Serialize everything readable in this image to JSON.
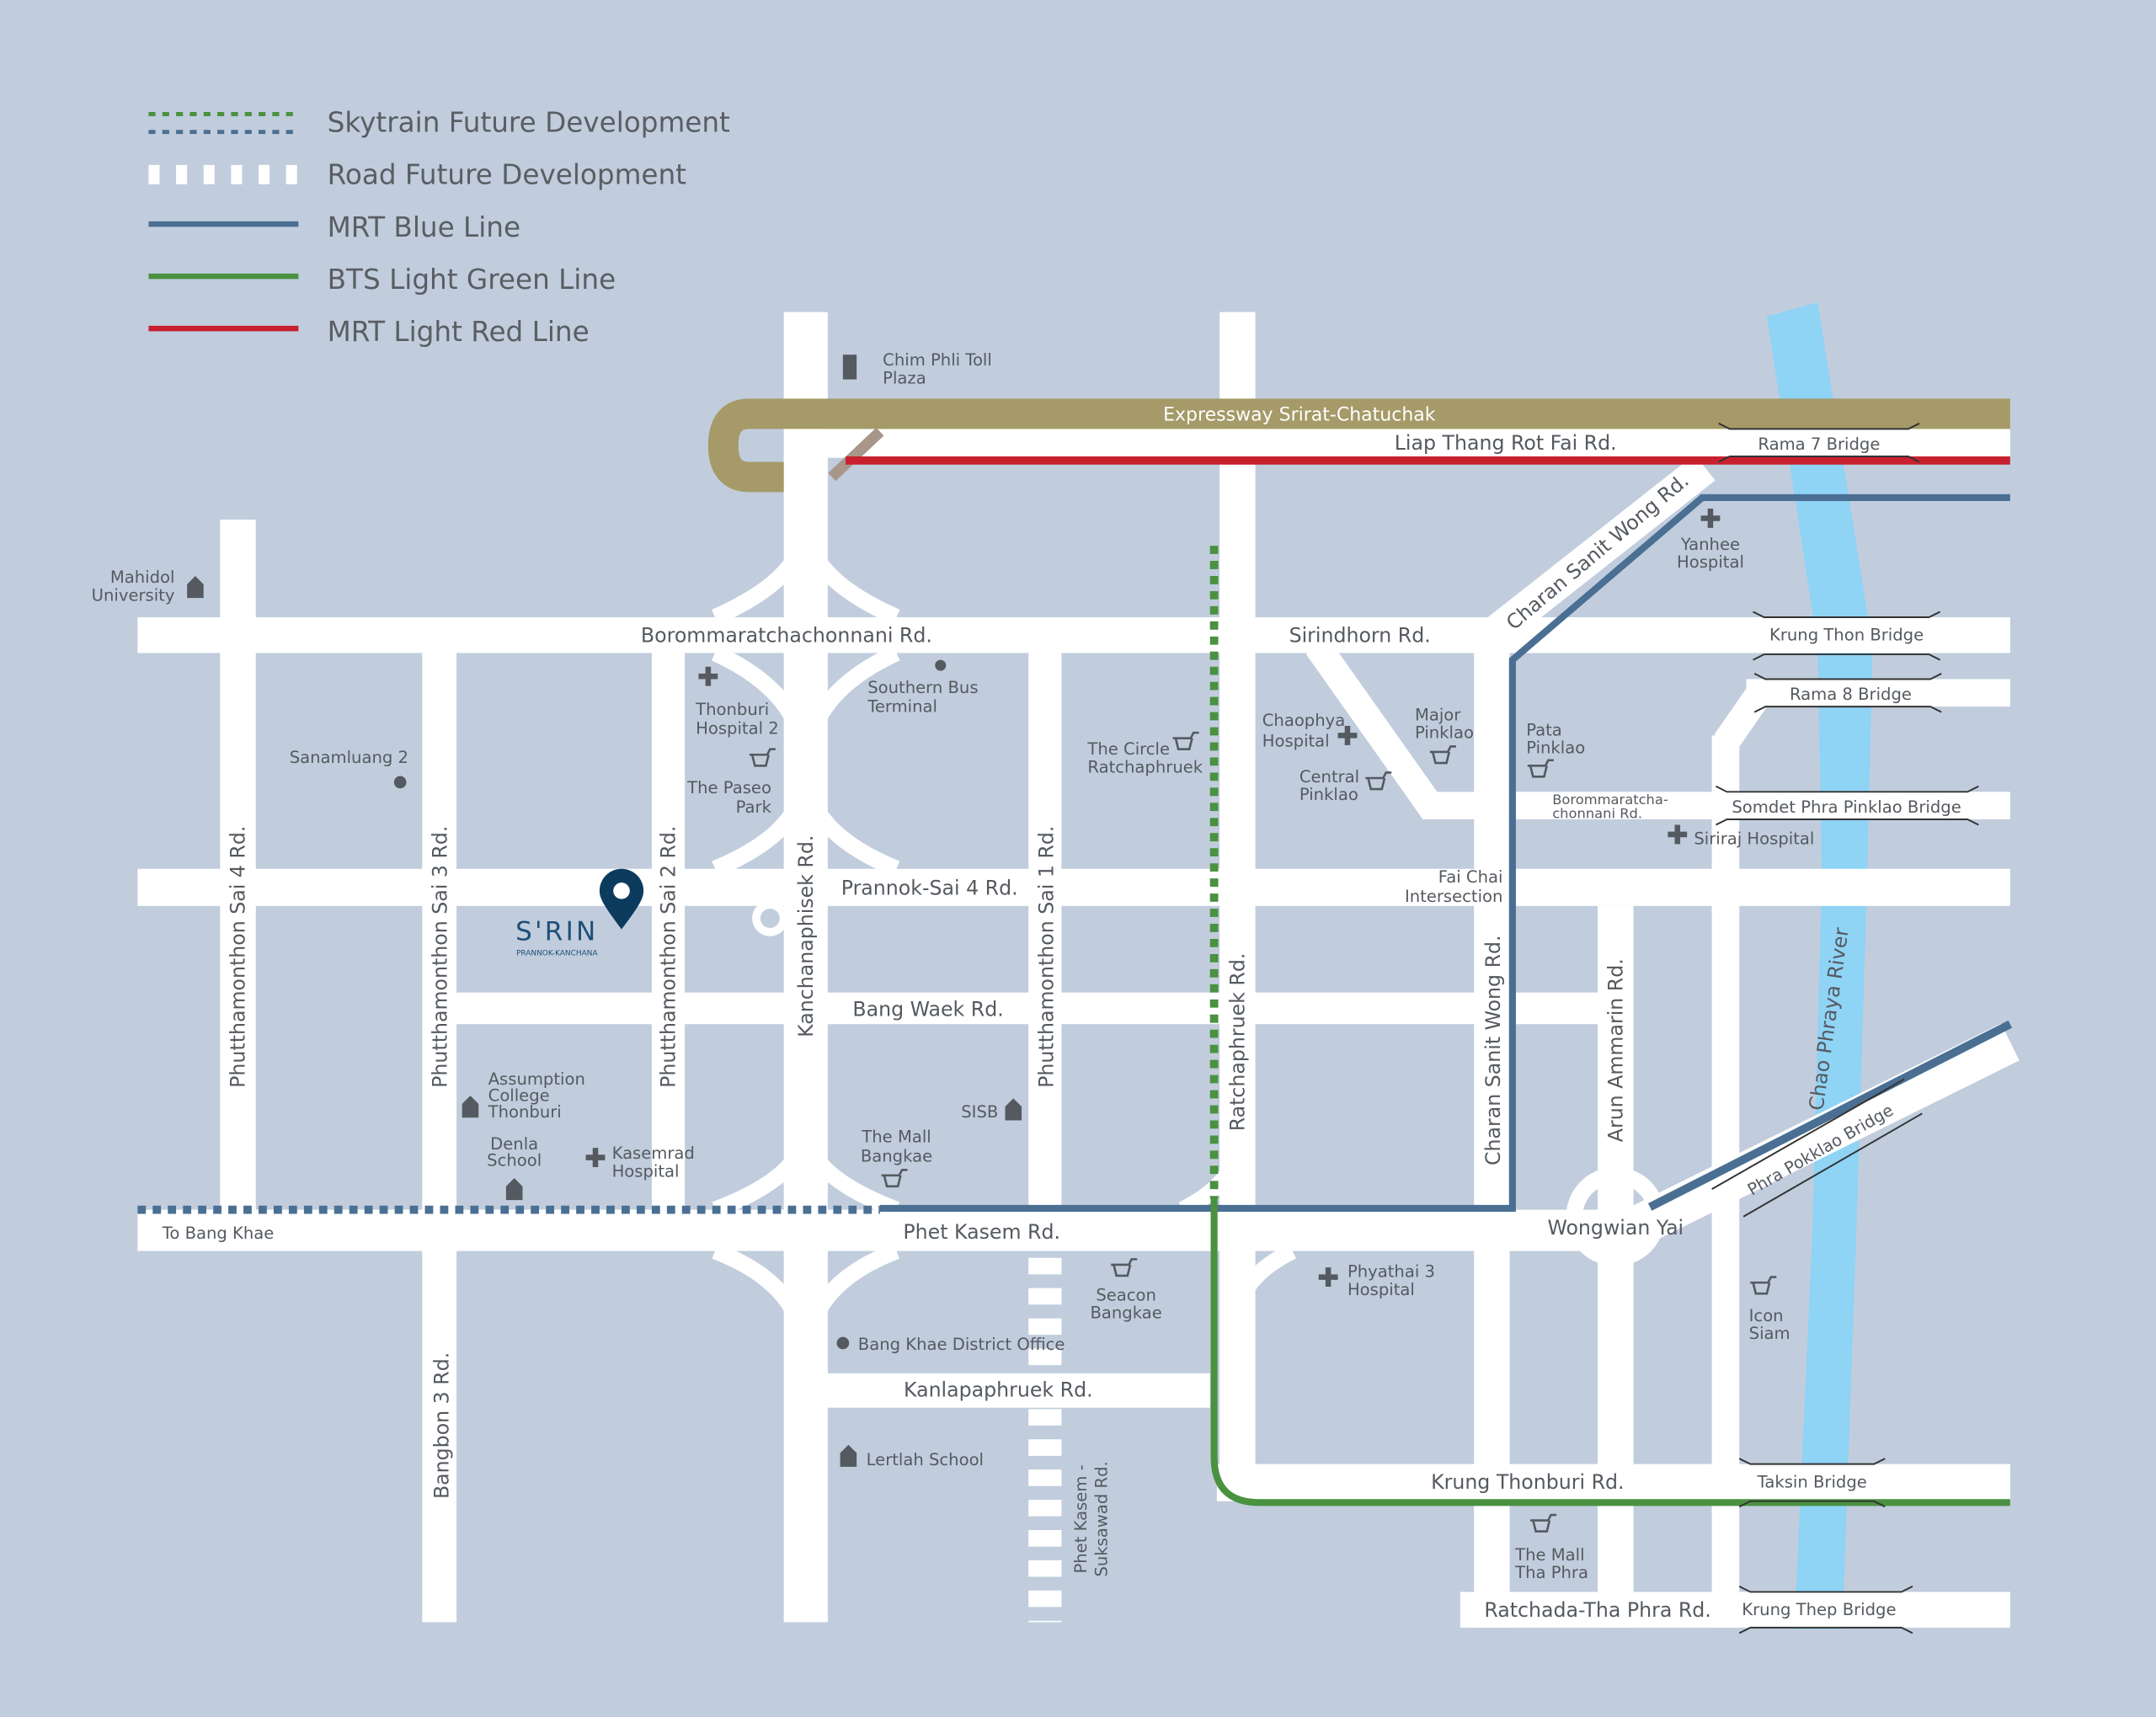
{
  "colors": {
    "background": "#c1cddd",
    "road": "#ffffff",
    "mrt_blue": "#4a6f93",
    "bts_green": "#4a9140",
    "mrt_red": "#c8202f",
    "expressway": "#a59a68",
    "river": "#8fd3f5",
    "marker": "#0d3b5e"
  },
  "legend": [
    "Skytrain Future Development",
    "Road Future Development",
    "MRT Blue Line",
    "BTS Light Green Line",
    "MRT Light Red Line"
  ],
  "roads": {
    "expressway": "Expressway Srirat-Chatuchak",
    "liap": "Liap Thang Rot Fai Rd.",
    "boromma": "Borommaratchachonnani Rd.",
    "sirindhorn": "Sirindhorn Rd.",
    "prannok": "Prannok-Sai 4 Rd.",
    "bangwaek": "Bang Waek Rd.",
    "phetkasem": "Phet Kasem Rd.",
    "kanlapa": "Kanlapaphruek Rd.",
    "krungthonburi": "Krung Thonburi Rd.",
    "ratchada": "Ratchada-Tha Phra Rd.",
    "sai4": "Phutthamonthon Sai 4 Rd.",
    "sai3": "Phutthamonthon Sai 3 Rd.",
    "sai2": "Phutthamonthon Sai 2 Rd.",
    "sai1": "Phutthamonthon Sai 1 Rd.",
    "kanchana": "Kanchanaphisek Rd.",
    "ratchaphruek": "Ratchaphruek Rd.",
    "charan": "Charan Sanit Wong Rd.",
    "charan_diag": "Charan Sanit Wong Rd.",
    "arun": "Arun Ammarin Rd.",
    "bangbon": "Bangbon 3 Rd.",
    "suksawad": [
      "Phet Kasem -",
      "Suksawad Rd."
    ],
    "boromma_small": [
      "Borommaratcha-",
      "chonnani Rd."
    ],
    "to_bang_khae": "To Bang Khae",
    "wongwian": "Wongwian Yai",
    "river": "Chao Phraya River"
  },
  "bridges": {
    "rama7": "Rama 7 Bridge",
    "krungthon": "Krung Thon Bridge",
    "rama8": "Rama 8 Bridge",
    "somdet": "Somdet Phra Pinklao Bridge",
    "pokklao": "Phra Pokklao Bridge",
    "taksin": "Taksin Bridge",
    "krungthep": "Krung Thep Bridge"
  },
  "places": {
    "chimphli": [
      "Chim Phli Toll",
      "Plaza"
    ],
    "mahidol": [
      "Mahidol",
      "University"
    ],
    "sanamluang": "Sanamluang 2",
    "thonburi2": [
      "Thonburi",
      "Hospital 2"
    ],
    "paseo": [
      "The Paseo",
      "Park"
    ],
    "southernbus": [
      "Southern Bus",
      "Terminal"
    ],
    "circle": [
      "The Circle",
      "Ratchaphruek"
    ],
    "chaophya": [
      "Chaophya",
      "Hospital"
    ],
    "major": [
      "Major",
      "Pinklao"
    ],
    "central": [
      "Central",
      "Pinklao"
    ],
    "pata": [
      "Pata",
      "Pinklao"
    ],
    "yanhee": [
      "Yanhee",
      "Hospital"
    ],
    "siriraj": "Siriraj Hospital",
    "faichai": [
      "Fai Chai",
      "Intersection"
    ],
    "assumption": [
      "Assumption",
      "College",
      "Thonburi"
    ],
    "denla": [
      "Denla",
      "School"
    ],
    "kasemrad": [
      "Kasemrad",
      "Hospital"
    ],
    "mallbangkae": [
      "The Mall",
      "Bangkae"
    ],
    "sisb": "SISB",
    "seacon": [
      "Seacon",
      "Bangkae"
    ],
    "bangkhaeoffice": "Bang Khae District Office",
    "lertlah": "Lertlah School",
    "phyathai": [
      "Phyathai 3",
      "Hospital"
    ],
    "iconsiam": [
      "Icon",
      "Siam"
    ],
    "mallthaphra": [
      "The Mall",
      "Tha Phra"
    ]
  },
  "project": {
    "name": "S'RIN",
    "subtitle": "PRANNOK-KANCHANA"
  }
}
